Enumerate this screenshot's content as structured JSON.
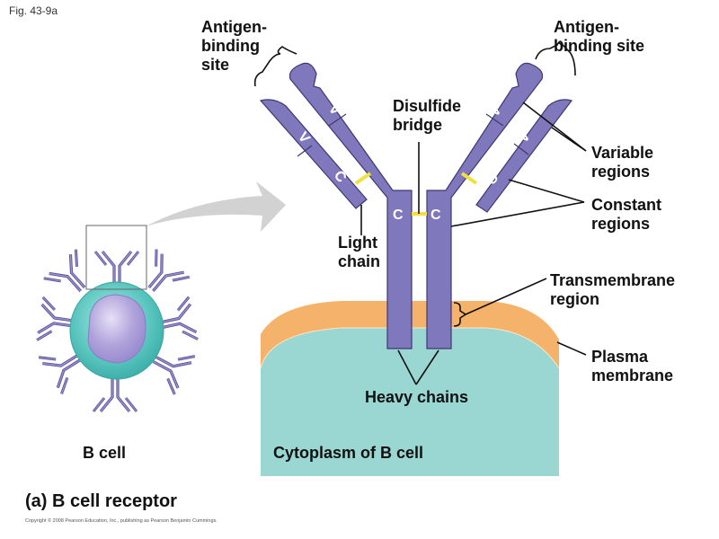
{
  "figure": {
    "number": "Fig. 43-9a",
    "caption": "(a) B cell receptor",
    "copyright": "Copyright © 2008 Pearson Education, Inc., publishing as Pearson Benjamin Cummings."
  },
  "labels": {
    "antigen_binding_site_left": "Antigen-\nbinding\nsite",
    "antigen_binding_site_right": "Antigen-\nbinding site",
    "disulfide_bridge": "Disulfide\nbridge",
    "variable_regions": "Variable\nregions",
    "constant_regions": "Constant\nregions",
    "light_chain": "Light\nchain",
    "transmembrane_region": "Transmembrane\nregion",
    "plasma_membrane": "Plasma\nmembrane",
    "heavy_chains": "Heavy chains",
    "b_cell": "B cell",
    "cytoplasm": "Cytoplasm of B cell"
  },
  "segments": {
    "variable": "V",
    "constant": "C"
  },
  "colors": {
    "chain": "#8078bc",
    "chain_outline": "#3d3870",
    "disulfide": "#f0e040",
    "membrane": "#f5b26a",
    "cytoplasm": "#9ad6d2",
    "cell_body": "#5cc6c0",
    "nucleus": "#b3a6dc",
    "arrow": "#d0d0d0"
  }
}
